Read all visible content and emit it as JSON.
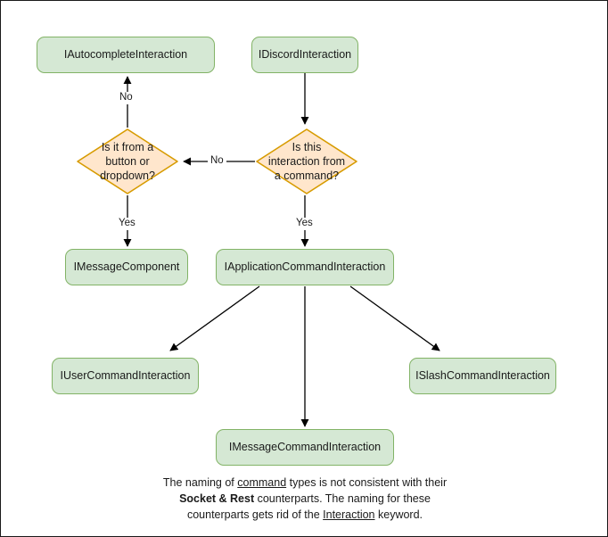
{
  "diagram": {
    "title": "Discord interaction type hierarchy flowchart",
    "colors": {
      "process_fill": "#d5e8d4",
      "process_stroke": "#82b366",
      "decision_fill": "#ffe6cc",
      "decision_stroke": "#d79b00",
      "edge_stroke": "#000000",
      "text": "#1a1a1a",
      "canvas_border": "#1a1a1a"
    },
    "nodes": [
      {
        "id": "autocomplete",
        "type": "process",
        "label": "IAutocompleteInteraction"
      },
      {
        "id": "discord",
        "type": "process",
        "label": "IDiscordInteraction"
      },
      {
        "id": "decision_button",
        "type": "decision",
        "label": "Is it from a button or dropdown?"
      },
      {
        "id": "decision_command",
        "type": "decision",
        "label": "Is this interaction from a command?"
      },
      {
        "id": "message_component",
        "type": "process",
        "label": "IMessageComponent"
      },
      {
        "id": "application_command",
        "type": "process",
        "label": "IApplicationCommandInteraction"
      },
      {
        "id": "user_command",
        "type": "process",
        "label": "IUserCommandInteraction"
      },
      {
        "id": "slash_command",
        "type": "process",
        "label": "ISlashCommandInteraction"
      },
      {
        "id": "message_command",
        "type": "process",
        "label": "IMessageCommandInteraction"
      }
    ],
    "edges": [
      {
        "from": "discord",
        "to": "decision_command",
        "label": ""
      },
      {
        "from": "decision_command",
        "to": "decision_button",
        "label": "No"
      },
      {
        "from": "decision_button",
        "to": "autocomplete",
        "label": "No"
      },
      {
        "from": "decision_button",
        "to": "message_component",
        "label": "Yes"
      },
      {
        "from": "decision_command",
        "to": "application_command",
        "label": "Yes"
      },
      {
        "from": "application_command",
        "to": "user_command",
        "label": ""
      },
      {
        "from": "application_command",
        "to": "message_command",
        "label": ""
      },
      {
        "from": "application_command",
        "to": "slash_command",
        "label": ""
      }
    ],
    "edge_labels": {
      "no_to_decision_button": "No",
      "no_to_autocomplete": "No",
      "yes_to_message_component": "Yes",
      "yes_to_application_command": "Yes"
    },
    "footnote": {
      "line1_a": "The naming of ",
      "line1_b": "command",
      "line1_c": " types is not consistent with their",
      "line2_a": "Socket & Rest",
      "line2_b": " counterparts. The naming for these",
      "line3_a": "counterparts gets rid of the ",
      "line3_b": "Interaction",
      "line3_c": " keyword."
    }
  }
}
